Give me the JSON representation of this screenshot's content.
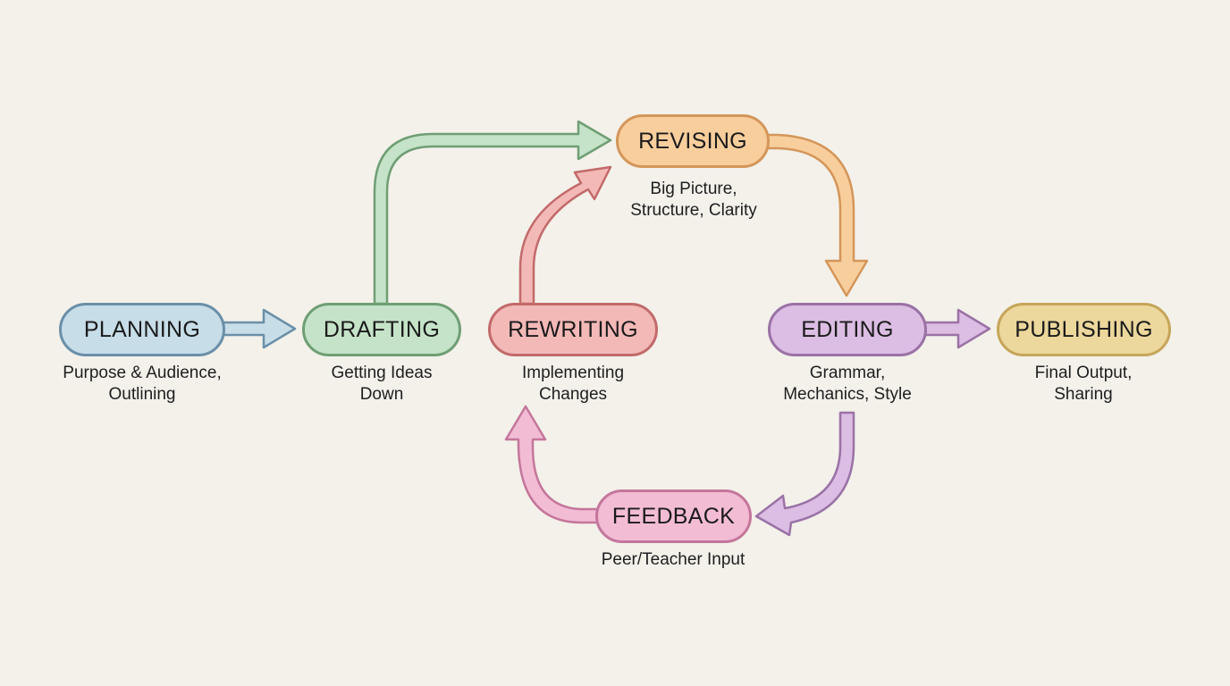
{
  "diagram": {
    "type": "writing-process-flow",
    "nodes": {
      "planning": {
        "label": "PLANNING",
        "line1": "Purpose & Audience,",
        "line2": "Outlining",
        "fill": "#c7dde8",
        "stroke": "#6b8fa8"
      },
      "drafting": {
        "label": "DRAFTING",
        "line1": "Getting Ideas",
        "line2": "Down",
        "fill": "#c5e3c8",
        "stroke": "#6f9e74"
      },
      "rewriting": {
        "label": "REWRITING",
        "line1": "Implementing",
        "line2": "Changes",
        "fill": "#f3b9b7",
        "stroke": "#c26a6a"
      },
      "revising": {
        "label": "REVISING",
        "line1": "Big Picture,",
        "line2": "Structure, Clarity",
        "fill": "#f8ce9d",
        "stroke": "#d4965a"
      },
      "editing": {
        "label": "EDITING",
        "line1": "Grammar,",
        "line2": "Mechanics, Style",
        "fill": "#dcbde3",
        "stroke": "#9a72a6"
      },
      "publishing": {
        "label": "PUBLISHING",
        "line1": "Final Output,",
        "line2": "Sharing",
        "fill": "#ecd79c",
        "stroke": "#c6a55a"
      },
      "feedback": {
        "label": "FEEDBACK",
        "line1": "Peer/Teacher Input",
        "line2": "",
        "fill": "#f3bcd5",
        "stroke": "#c4769b"
      }
    },
    "edges": [
      {
        "from": "PLANNING",
        "to": "DRAFTING"
      },
      {
        "from": "DRAFTING",
        "to": "REVISING"
      },
      {
        "from": "REWRITING",
        "to": "REVISING"
      },
      {
        "from": "REVISING",
        "to": "EDITING"
      },
      {
        "from": "EDITING",
        "to": "PUBLISHING"
      },
      {
        "from": "EDITING",
        "to": "FEEDBACK"
      },
      {
        "from": "FEEDBACK",
        "to": "REWRITING"
      }
    ]
  }
}
